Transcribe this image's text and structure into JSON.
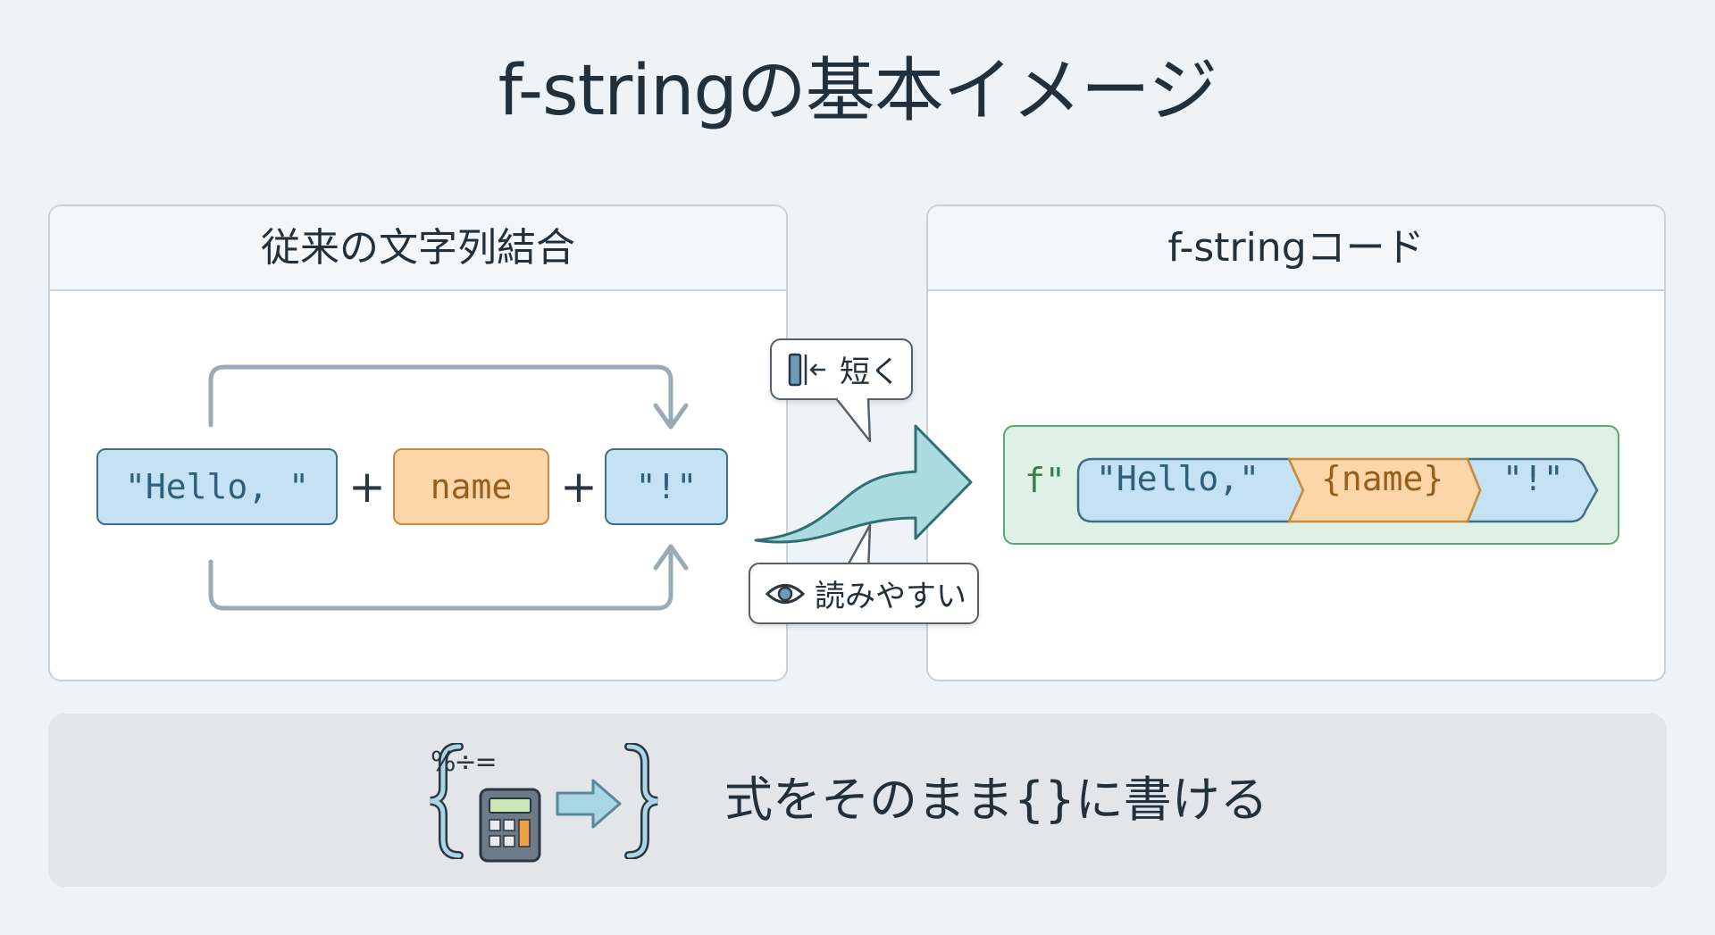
{
  "title": "f-stringの基本イメージ",
  "left_panel": {
    "heading": "従来の文字列結合",
    "parts": [
      "\"Hello, \"",
      "name",
      "\"!\""
    ],
    "operator": "+"
  },
  "callouts": {
    "shorter": {
      "label": "短く",
      "icon": "compress-icon"
    },
    "readable": {
      "label": "読みやすい",
      "icon": "eye-icon"
    }
  },
  "right_panel": {
    "heading": "f-stringコード",
    "prefix": "f\"",
    "segments": [
      "\"Hello,\"",
      "{name}",
      "\"!\""
    ]
  },
  "bottom": {
    "operators": "%÷=",
    "text": "式をそのまま{}に書ける",
    "icon": "calculator-icon"
  },
  "colors": {
    "string_fill": "#c4e2f3",
    "string_border": "#3f6e88",
    "var_fill": "#fbd6a8",
    "var_border": "#c98a3e",
    "fstring_fill": "#dff0e4",
    "fstring_border": "#5aa872",
    "arrow_fill": "#a9dbe0"
  }
}
